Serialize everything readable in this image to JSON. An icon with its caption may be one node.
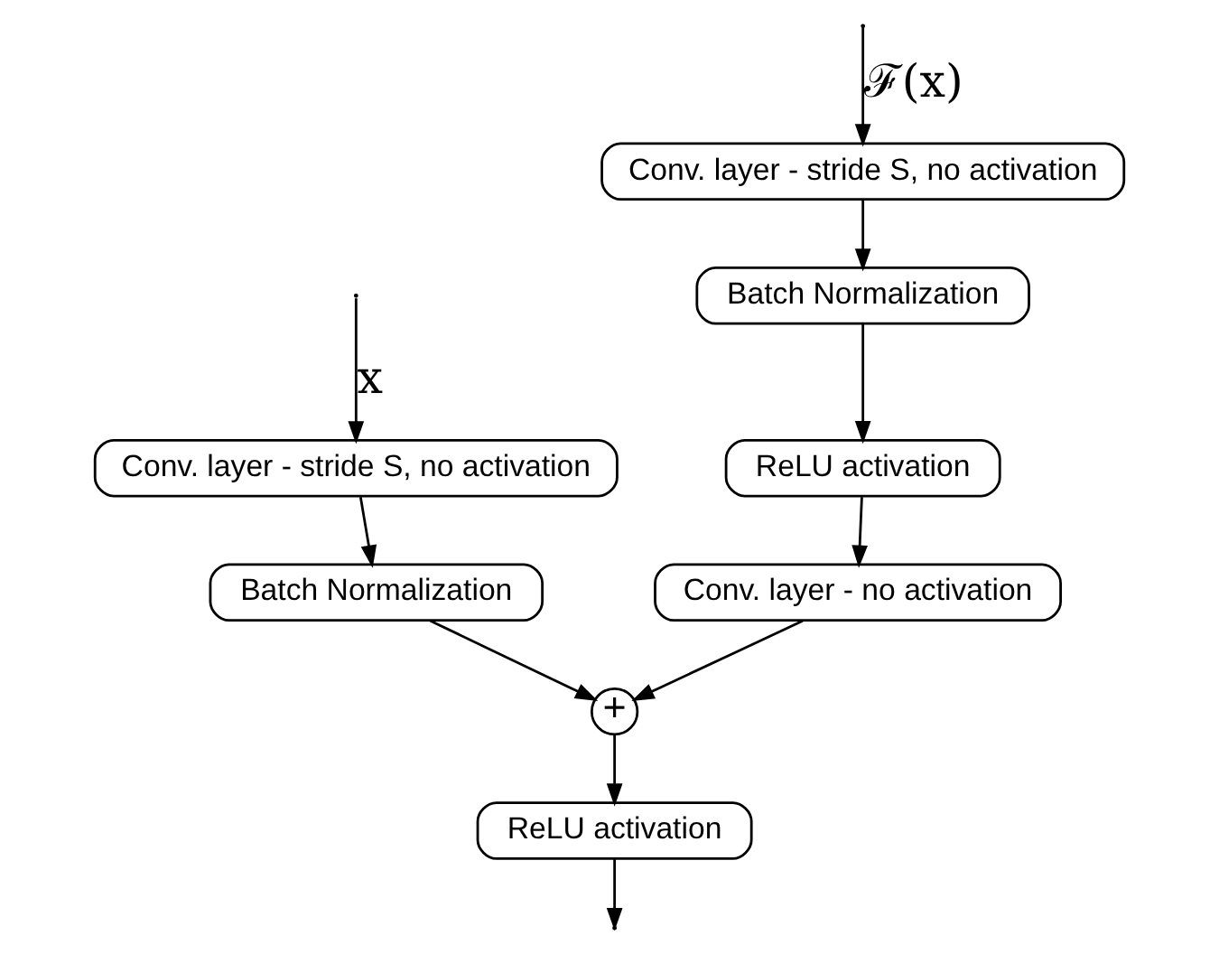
{
  "diagram": {
    "nodes": [
      {
        "text": [
          "Conv. layer - stride S, no activation"
        ]
      },
      {
        "text": [
          "Batch Normalization"
        ]
      },
      {
        "text": [
          "ReLU activation"
        ]
      },
      {
        "text": [
          "Conv. layer - no activation"
        ]
      },
      {
        "text": [
          "+"
        ]
      },
      {
        "text": [
          "ReLU activation"
        ]
      },
      {
        "text": [
          "Conv. layer - stride S, no activation"
        ]
      },
      {
        "text": [
          "Batch Normalization"
        ]
      }
    ],
    "edges": [
      {
        "from": null,
        "to": 0,
        "arrow": "to",
        "label": "ℱ(x)"
      },
      {
        "from": null,
        "to": 6,
        "arrow": "to",
        "label": "x"
      },
      {
        "from": 0,
        "to": 1,
        "arrow": "to"
      },
      {
        "from": 1,
        "to": 2,
        "arrow": "to"
      },
      {
        "from": 2,
        "to": 3,
        "arrow": "to"
      },
      {
        "from": 3,
        "to": 4,
        "arrow": "to"
      },
      {
        "from": 6,
        "to": 7,
        "arrow": "to"
      },
      {
        "from": 7,
        "to": 4,
        "arrow": "to"
      },
      {
        "from": 4,
        "to": 5,
        "arrow": "to"
      },
      {
        "from": 5,
        "to": null,
        "arrow": "to"
      }
    ]
  }
}
